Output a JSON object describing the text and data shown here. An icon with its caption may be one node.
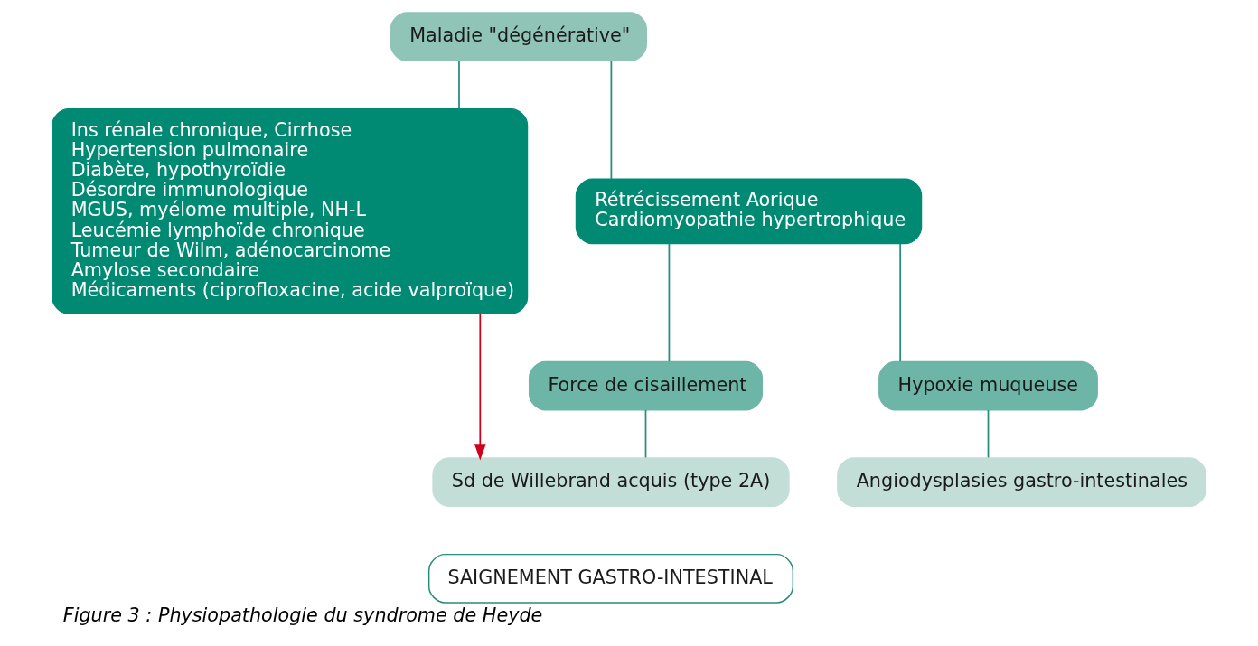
{
  "diagram": {
    "caption": "Figure 3 : Physiopathologie du syndrome de Heyde",
    "nodes": [
      {
        "text": [
          "Maladie \"dégénérative\""
        ]
      },
      {
        "text": [
          "Ins rénale chronique, Cirrhose",
          "Hypertension pulmonaire",
          "Diabète, hypothyroïdie",
          "Désordre immunologique",
          "MGUS, myélome multiple, NH-L",
          "Leucémie lymphoïde chronique",
          "Tumeur de Wilm, adénocarcinome",
          "Amylose secondaire",
          "Médicaments (ciprofloxacine, acide valproïque)"
        ]
      },
      {
        "text": [
          "Rétrécissement Aorique",
          "Cardiomyopathie hypertrophique"
        ]
      },
      {
        "text": [
          "Force de cisaillement"
        ]
      },
      {
        "text": [
          "Hypoxie muqueuse"
        ]
      },
      {
        "text": [
          "Sd de Willebrand acquis (type 2A)"
        ]
      },
      {
        "text": [
          "Angiodysplasies gastro-intestinales"
        ]
      },
      {
        "text": [
          "SAIGNEMENT GASTRO-INTESTINAL"
        ]
      }
    ],
    "edges": [
      {
        "from": 0,
        "to": 1,
        "arrow": "none"
      },
      {
        "from": 0,
        "to": 2,
        "arrow": "none"
      },
      {
        "from": 2,
        "to": 3,
        "arrow": "none"
      },
      {
        "from": 2,
        "to": 4,
        "arrow": "none"
      },
      {
        "from": 3,
        "to": 5,
        "arrow": "none"
      },
      {
        "from": 4,
        "to": 6,
        "arrow": "none"
      },
      {
        "from": 1,
        "to": 5,
        "arrow": "to",
        "color": "#d0021b"
      }
    ]
  }
}
